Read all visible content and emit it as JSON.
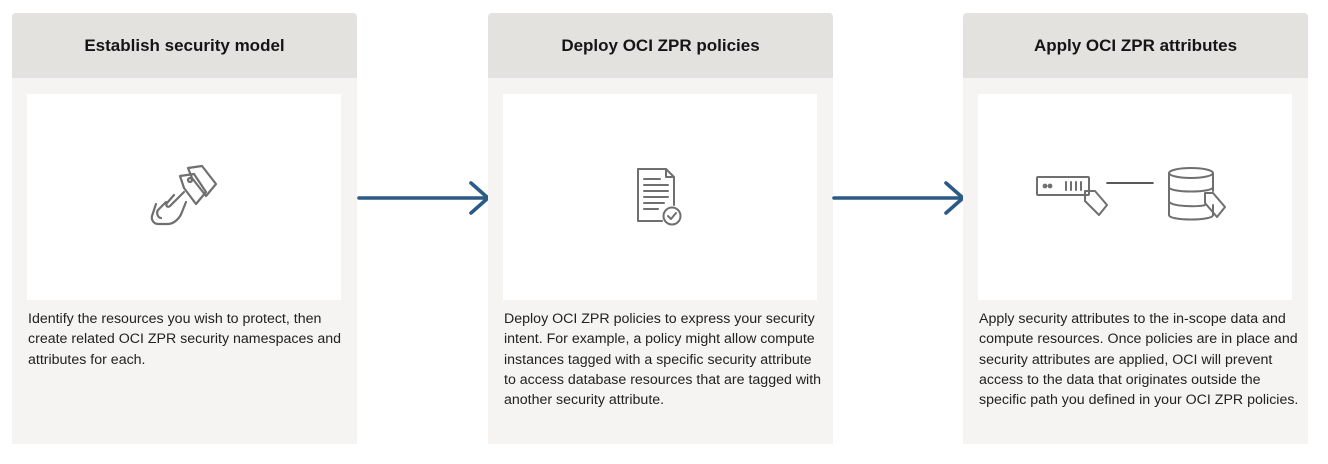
{
  "steps": [
    {
      "title": "Establish security model",
      "icon": "touch-tag-icon",
      "description": "Identify the resources you wish to protect, then create related OCI ZPR security namespaces and attributes for each."
    },
    {
      "title": "Deploy OCI ZPR policies",
      "icon": "policy-document-check-icon",
      "description": "Deploy OCI ZPR policies to express your security intent. For example, a policy might allow compute instances tagged with a specific security attribute to access database resources that are tagged with another security attribute."
    },
    {
      "title": "Apply OCI ZPR attributes",
      "icon": "server-database-tag-icon",
      "description": "Apply security attributes to the in-scope data and compute resources. Once policies are in place and security attributes are applied, OCI will prevent access to the data that originates outside the specific path you defined in your OCI ZPR policies."
    }
  ],
  "colors": {
    "arrow": "#2b5a86",
    "header_bg": "#e4e2de",
    "card_bg": "#f5f4f2",
    "icon_stroke": "#6f6f6f"
  }
}
